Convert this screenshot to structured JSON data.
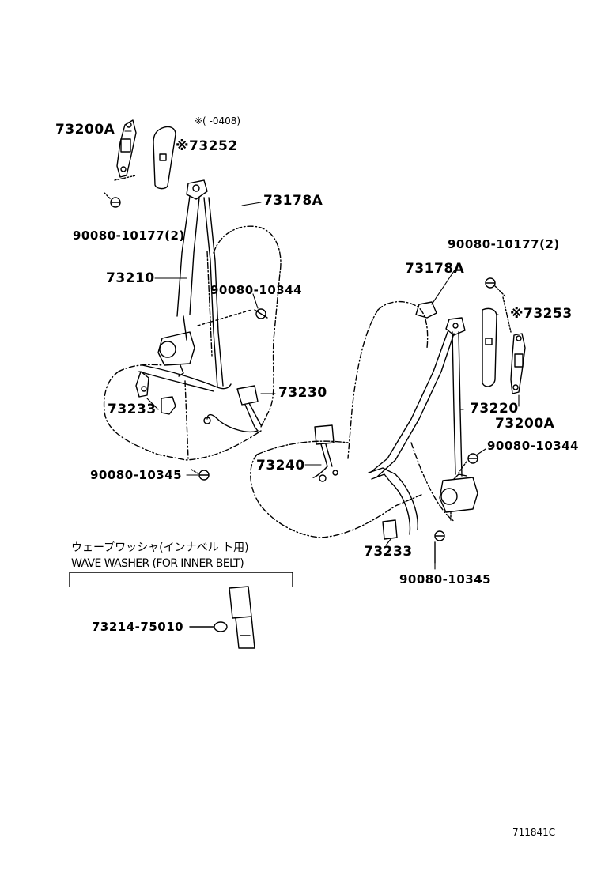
{
  "labels": {
    "l73200a_top": "73200A",
    "l73252": "※73252",
    "note_date": "※(      -0408)",
    "l73178a_left": "73178A",
    "l90080_10177_left": "90080-10177(2)",
    "l73210": "73210",
    "l90080_10344_left": "90080-10344",
    "l73230": "73230",
    "l73233_left": "73233",
    "l90080_10345_left": "90080-10345",
    "l90080_10177_right": "90080-10177(2)",
    "l73178a_right": "73178A",
    "l73253": "※73253",
    "l73220": "73220",
    "l73200a_right": "73200A",
    "l90080_10344_right": "90080-10344",
    "l73240": "73240",
    "l73233_right": "73233",
    "l90080_10345_right": "90080-10345",
    "inset_jp": "ウェーブワッシャ(インナベル ト用)",
    "inset_en": "WAVE WASHER (FOR INNER BELT)",
    "l73214_75010": "73214-75010",
    "diagram_code": "711841C"
  }
}
